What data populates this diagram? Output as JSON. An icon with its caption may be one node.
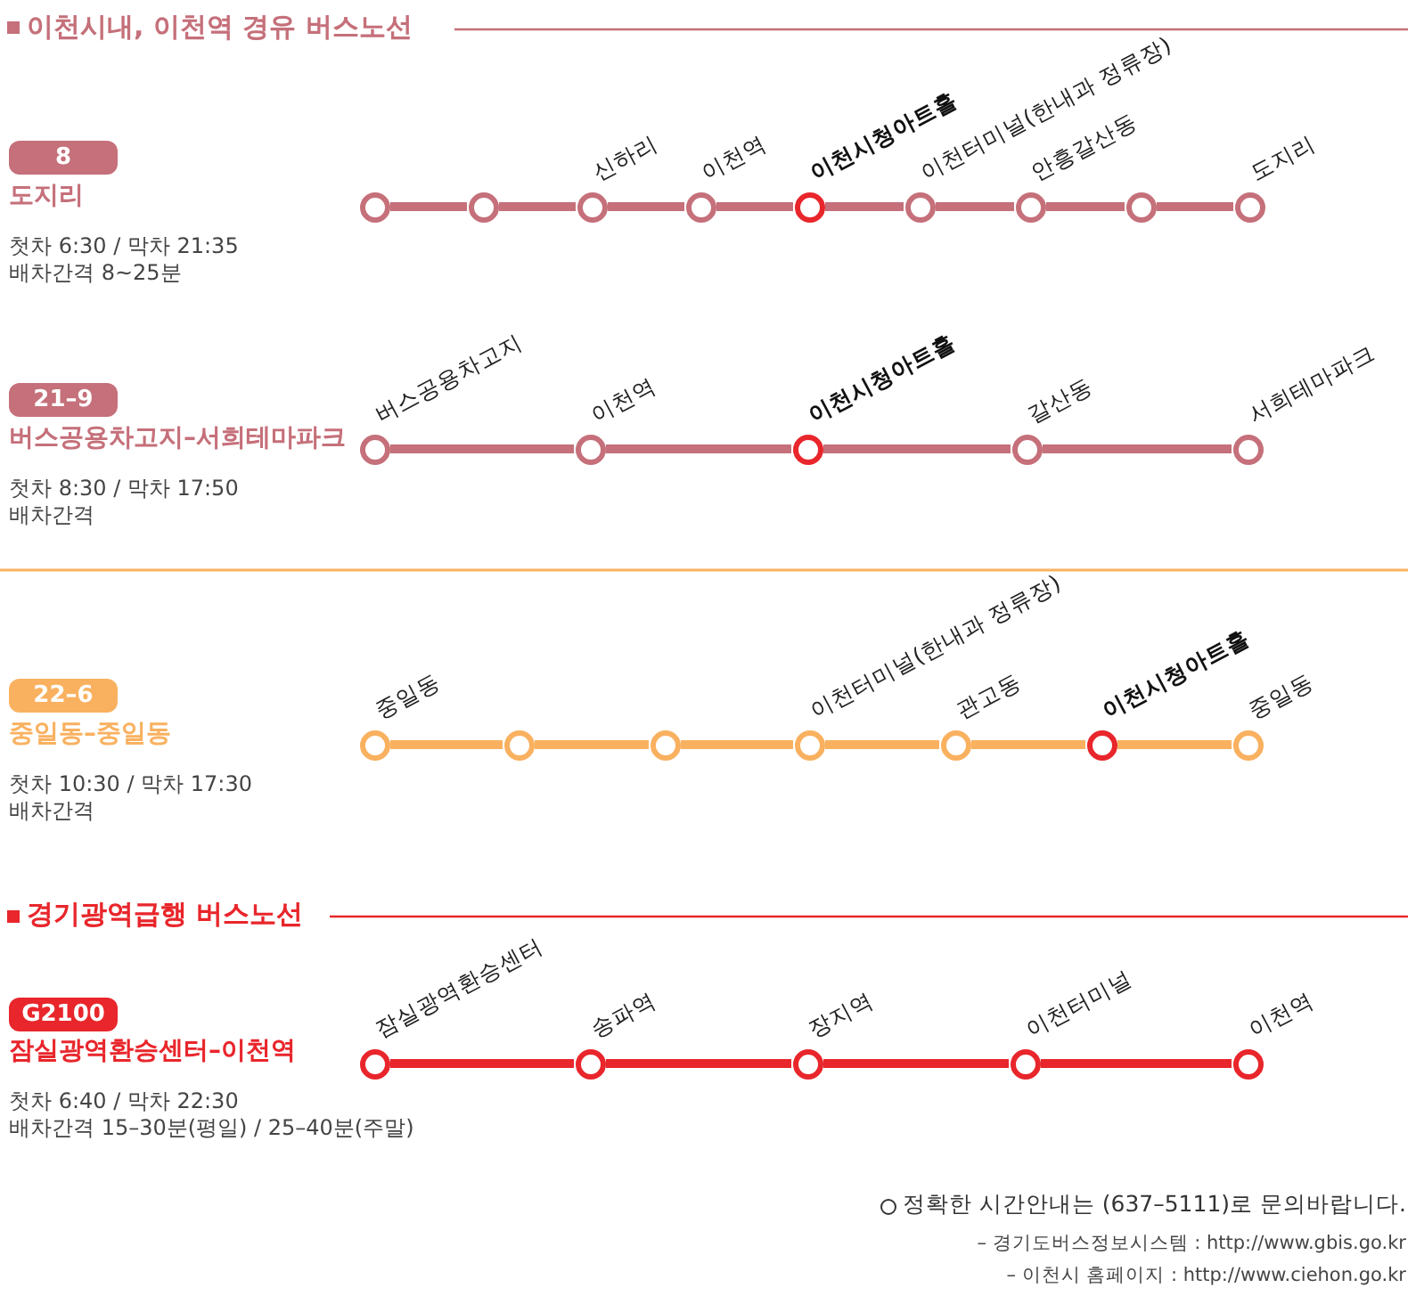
{
  "diagram": {
    "nodes": [
      {
        "text": [
          "8"
        ]
      },
      {
        "text": [],
        "shape": "circle"
      },
      {
        "text": [],
        "shape": "circle"
      },
      {
        "text": [
          "신하리"
        ]
      },
      {
        "text": [
          "이천역"
        ]
      },
      {
        "text": [
          "이천시청아트홀"
        ]
      },
      {
        "text": [
          "이천터미널(한내과 정류장)"
        ]
      },
      {
        "text": [
          "안흥갈산동"
        ]
      },
      {
        "text": [],
        "shape": "circle"
      },
      {
        "text": [
          "도지리"
        ]
      },
      {
        "text": [
          "21–9"
        ]
      },
      {
        "text": [
          "버스공용차고지"
        ]
      },
      {
        "text": [
          "이천역"
        ]
      },
      {
        "text": [
          "이천시청아트홀"
        ]
      },
      {
        "text": [
          "갈산동"
        ]
      },
      {
        "text": [
          "서희테마파크"
        ]
      },
      {
        "text": [
          "22–6"
        ]
      },
      {
        "text": [
          "중일동"
        ]
      },
      {
        "text": [],
        "shape": "circle"
      },
      {
        "text": [],
        "shape": "circle"
      },
      {
        "text": [
          "이천터미널(한내과 정류장)"
        ]
      },
      {
        "text": [
          "관고동"
        ]
      },
      {
        "text": [
          "이천시청아트홀"
        ]
      },
      {
        "text": [
          "중일동"
        ]
      },
      {
        "text": [
          "G2100"
        ]
      },
      {
        "text": [
          "잠실광역환승센터"
        ]
      },
      {
        "text": [
          "송파역"
        ]
      },
      {
        "text": [
          "장지역"
        ]
      },
      {
        "text": [
          "이천터미널"
        ]
      },
      {
        "text": [
          "이천역"
        ]
      }
    ],
    "edges": [
      {
        "from": 1,
        "to": 2,
        "arrow": "none"
      },
      {
        "from": 2,
        "to": 3,
        "arrow": "none"
      },
      {
        "from": 3,
        "to": 4,
        "arrow": "none"
      },
      {
        "from": 4,
        "to": 5,
        "arrow": "none"
      },
      {
        "from": 5,
        "to": 6,
        "arrow": "none"
      },
      {
        "from": 6,
        "to": 7,
        "arrow": "none"
      },
      {
        "from": 7,
        "to": 8,
        "arrow": "none"
      },
      {
        "from": 8,
        "to": 9,
        "arrow": "none"
      },
      {
        "from": 11,
        "to": 12,
        "arrow": "none"
      },
      {
        "from": 12,
        "to": 13,
        "arrow": "none"
      },
      {
        "from": 13,
        "to": 14,
        "arrow": "none"
      },
      {
        "from": 14,
        "to": 15,
        "arrow": "none"
      },
      {
        "from": 17,
        "to": 18,
        "arrow": "none",
        "color": "#f9b160"
      },
      {
        "from": 18,
        "to": 19,
        "arrow": "none",
        "color": "#f9b160"
      },
      {
        "from": 19,
        "to": 20,
        "arrow": "none",
        "color": "#f9b160"
      },
      {
        "from": 20,
        "to": 21,
        "arrow": "none",
        "color": "#f9b160"
      },
      {
        "from": 21,
        "to": 22,
        "arrow": "none",
        "color": "#f9b160"
      },
      {
        "from": 22,
        "to": 23,
        "arrow": "none",
        "color": "#f9b160"
      },
      {
        "from": 25,
        "to": 26,
        "arrow": "none",
        "color": "#e8262b"
      },
      {
        "from": 26,
        "to": 27,
        "arrow": "none",
        "color": "#e8262b"
      },
      {
        "from": 27,
        "to": 28,
        "arrow": "none",
        "color": "#e8262b"
      },
      {
        "from": 28,
        "to": 29,
        "arrow": "none",
        "color": "#e8262b"
      }
    ],
    "labels": [
      "이천시내, 이천역 경유 버스노선",
      "도지리",
      "첫차 6:30 / 막차 21:35",
      "배차간격 8~25분",
      "버스공용차고지–서희테마파크",
      "첫차 8:30 / 막차 17:50",
      "배차간격",
      "중일동–중일동",
      "첫차 10:30 /  막차 17:30",
      "배차간격",
      "경기광역급행 버스노선",
      "잠실광역환승센터–이천역",
      "첫차 6:40 / 막차 22:30",
      "배차간격 15–30분(평일) / 25–40분(주말)",
      "정확한 시간안내는 (637–5111)로 문의바랍니다.",
      "– 경기도버스정보시스템 : http://www.gbis.go.kr",
      "– 이천시 홈페이지 : http://www.ciehon.go.kr"
    ]
  }
}
